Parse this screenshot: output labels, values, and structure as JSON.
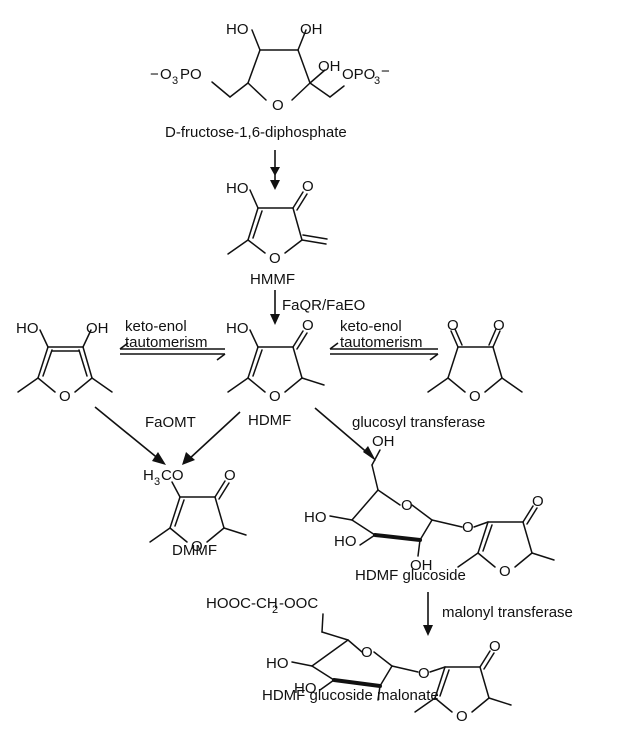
{
  "compounds": {
    "fdp": "D-fructose-1,6-diphosphate",
    "hmmf": "HMMF",
    "hdmf": "HDMF",
    "dmmf": "DMMF",
    "glucoside": "HDMF glucoside",
    "malonate": "HDMF glucoside malonate"
  },
  "enzymes": {
    "faqr": "FaQR/FaEO",
    "faomt": "FaOMT",
    "glucosyl": "glucosyl transferase",
    "malonyl": "malonyl transferase"
  },
  "tautomerism": {
    "left_line1": "keto-enol",
    "left_line2": "tautomerism",
    "right_line1": "keto-enol",
    "right_line2": "tautomerism"
  },
  "atoms": {
    "HO": "HO",
    "OH": "OH",
    "O": "O",
    "O3P": "O",
    "PO": "PO",
    "OPO": "OPO",
    "minus": "−",
    "sub3": "3",
    "sub2": "2",
    "H3": "H",
    "CO": "CO",
    "malonyl_prefix": "HOOC-CH",
    "malonyl_suffix": "-OOC"
  }
}
